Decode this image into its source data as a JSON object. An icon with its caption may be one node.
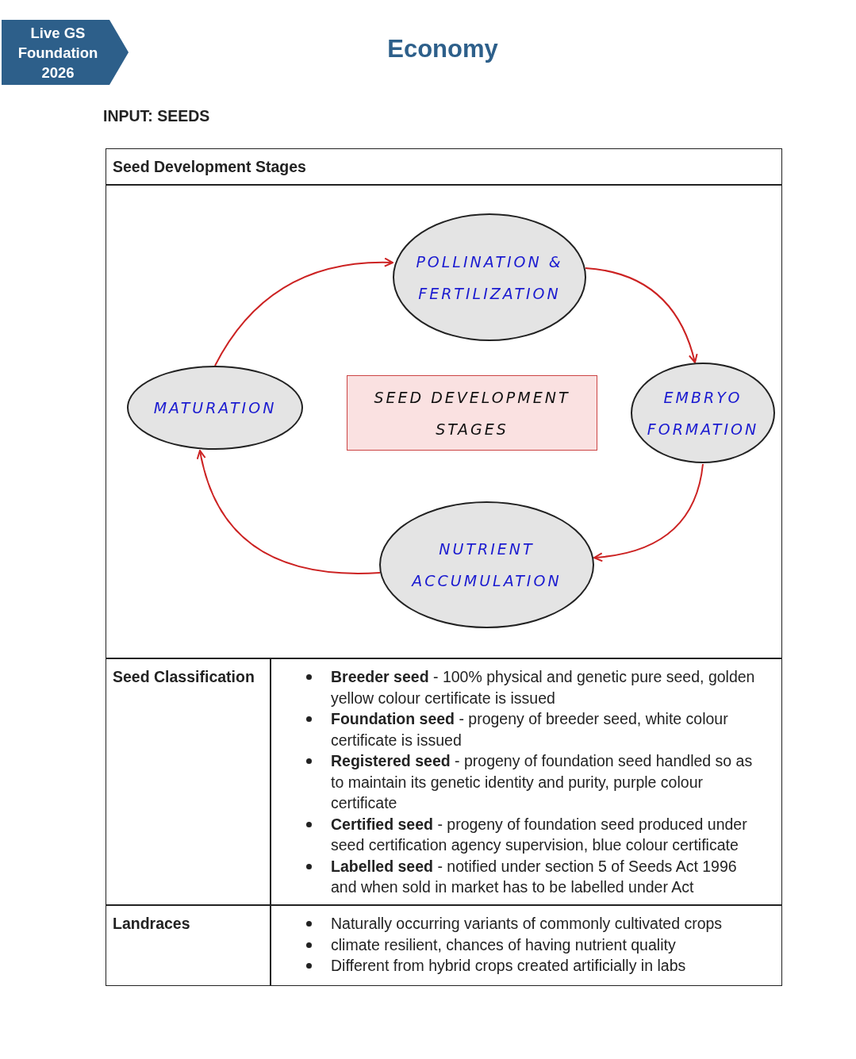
{
  "diagram": {
    "title": "Economy",
    "nodes": [
      {
        "text": [
          "POLLINATION & FERTILIZATION"
        ]
      },
      {
        "text": [
          "EMBRYO FORMATION"
        ]
      },
      {
        "text": [
          "NUTRIENT ACCUMULATION"
        ]
      },
      {
        "text": [
          "MATURATION"
        ]
      },
      {
        "text": [
          "SEED DEVELOPMENT STAGES"
        ]
      }
    ],
    "edges": [
      {
        "from": 0,
        "to": 1,
        "arrow": "to"
      },
      {
        "from": 1,
        "to": 2,
        "arrow": "to"
      },
      {
        "from": 2,
        "to": 3,
        "arrow": "to"
      },
      {
        "from": 3,
        "to": 0,
        "arrow": "to"
      }
    ],
    "labels": [
      "Live GS Foundation 2026",
      "INPUT: SEEDS",
      "Seed Development Stages",
      "Seed Classification",
      "**Breeder seed** - 100% physical and genetic pure seed, golden yellow colour certificate is issued",
      "**Foundation seed** - progeny of breeder seed, white colour certificate is issued",
      "**Registered seed** - progeny of foundation seed handled so as to maintain its genetic identity and purity, purple colour certificate",
      "**Certified seed** - progeny of foundation seed produced under seed certification agency supervision, blue colour certificate",
      "**Labelled seed** - notified under section 5 of Seeds Act 1996 and when sold in market has to be labelled under Act",
      "Landraces",
      "Naturally occurring variants of commonly cultivated crops",
      "climate resilient, chances of having nutrient quality",
      "Different from hybrid crops created artificially in labs"
    ]
  }
}
